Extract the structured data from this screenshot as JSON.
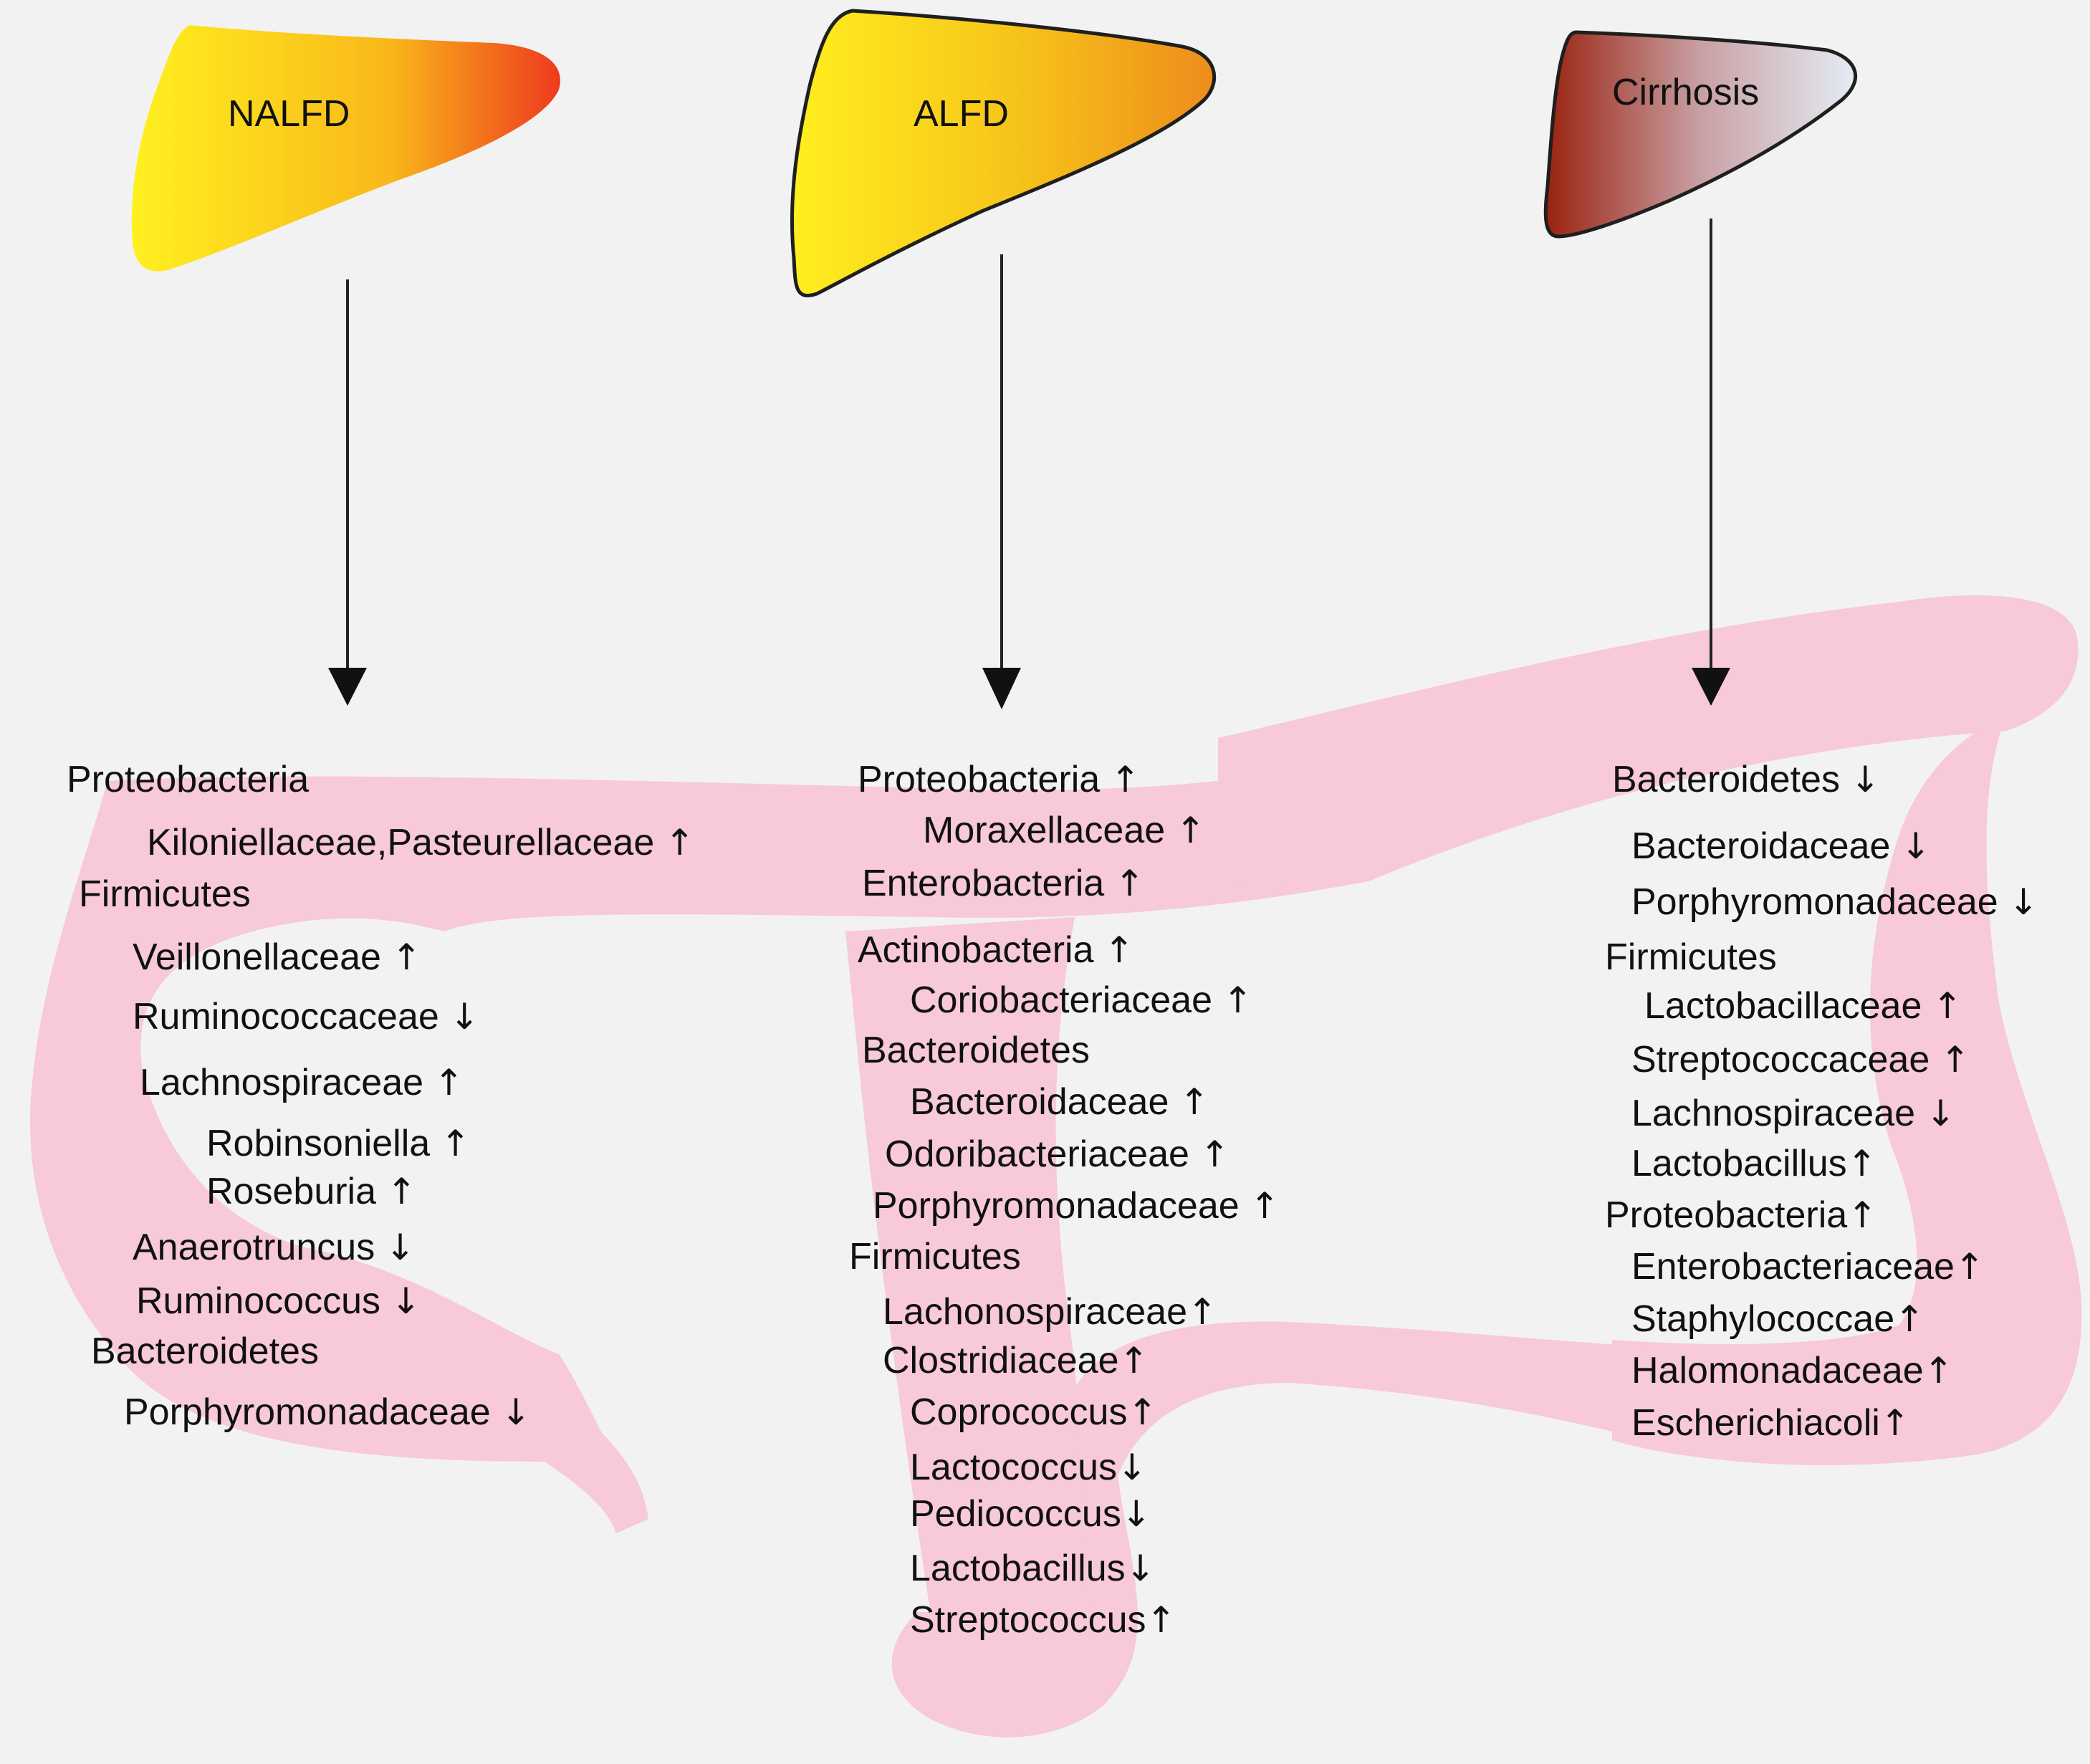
{
  "organs": [
    {
      "id": "nalfd",
      "label": "NALFD"
    },
    {
      "id": "alfd",
      "label": "ALFD"
    },
    {
      "id": "cirrhosis",
      "label": "Cirrhosis"
    }
  ],
  "colors": {
    "background": "#f2f2f2",
    "intestine": "#f7c9d9",
    "outline": "#222222",
    "text": "#111111",
    "nalfd_gradient": [
      "#fff020",
      "#f9b81a",
      "#ee3a1e"
    ],
    "alfd_gradient": [
      "#ffef1f",
      "#f6c21a",
      "#ee8c1c"
    ],
    "cirrhosis_gradient": [
      "#9a2210",
      "#c8a0a4",
      "#e4ecf4"
    ]
  },
  "columns": [
    {
      "id": "nalfd",
      "items": [
        {
          "name": "Proteobacteria",
          "change": ""
        },
        {
          "name": "Kiloniellaceae,Pasteurellaceae",
          "change": "↑"
        },
        {
          "name": "Firmicutes",
          "change": ""
        },
        {
          "name": "Veillonellaceae",
          "change": "↑"
        },
        {
          "name": "Ruminococcaceae",
          "change": "↓"
        },
        {
          "name": "Lachnospiraceae",
          "change": "↑"
        },
        {
          "name": "Robinsoniella",
          "change": "↑"
        },
        {
          "name": "Roseburia",
          "change": "↑"
        },
        {
          "name": "Anaerotruncus",
          "change": "↓"
        },
        {
          "name": "Ruminococcus",
          "change": "↓"
        },
        {
          "name": "Bacteroidetes",
          "change": ""
        },
        {
          "name": "Porphyromonadaceae",
          "change": "↓"
        }
      ]
    },
    {
      "id": "alfd",
      "items": [
        {
          "name": "Proteobacteria",
          "change": "↑"
        },
        {
          "name": "Moraxellaceae",
          "change": "↑"
        },
        {
          "name": "Enterobacteria",
          "change": "↑"
        },
        {
          "name": "Actinobacteria",
          "change": "↑"
        },
        {
          "name": "Coriobacteriaceae",
          "change": "↑"
        },
        {
          "name": "Bacteroidetes",
          "change": ""
        },
        {
          "name": "Bacteroidaceae",
          "change": "↑"
        },
        {
          "name": "Odoribacteriaceae",
          "change": "↑"
        },
        {
          "name": "Porphyromonadaceae",
          "change": "↑"
        },
        {
          "name": "Firmicutes",
          "change": ""
        },
        {
          "name": "Lachonospiraceae",
          "change": "↑"
        },
        {
          "name": "Clostridiaceae",
          "change": "↑"
        },
        {
          "name": "Coprococcus",
          "change": "↑"
        },
        {
          "name": "Lactococcus",
          "change": "↓"
        },
        {
          "name": "Pediococcus",
          "change": "↓"
        },
        {
          "name": "Lactobacillus",
          "change": "↓"
        },
        {
          "name": "Streptococcus",
          "change": "↑"
        }
      ]
    },
    {
      "id": "cirrhosis",
      "items": [
        {
          "name": "Bacteroidetes",
          "change": "↓"
        },
        {
          "name": "Bacteroidaceae",
          "change": "↓"
        },
        {
          "name": "Porphyromonadaceae",
          "change": "↓"
        },
        {
          "name": "Firmicutes",
          "change": ""
        },
        {
          "name": "Lactobacillaceae",
          "change": "↑"
        },
        {
          "name": "Streptococcaceae",
          "change": "↑"
        },
        {
          "name": "Lachnospiraceae",
          "change": "↓"
        },
        {
          "name": "Lactobacillus",
          "change": "↑"
        },
        {
          "name": "Proteobacteria",
          "change": "↑"
        },
        {
          "name": "Enterobacteriaceae",
          "change": "↑"
        },
        {
          "name": "Staphylococcae",
          "change": "↑"
        },
        {
          "name": "Halomonadaceae",
          "change": "↑"
        },
        {
          "name": "Escherichiacoli",
          "change": "↑"
        }
      ]
    }
  ]
}
